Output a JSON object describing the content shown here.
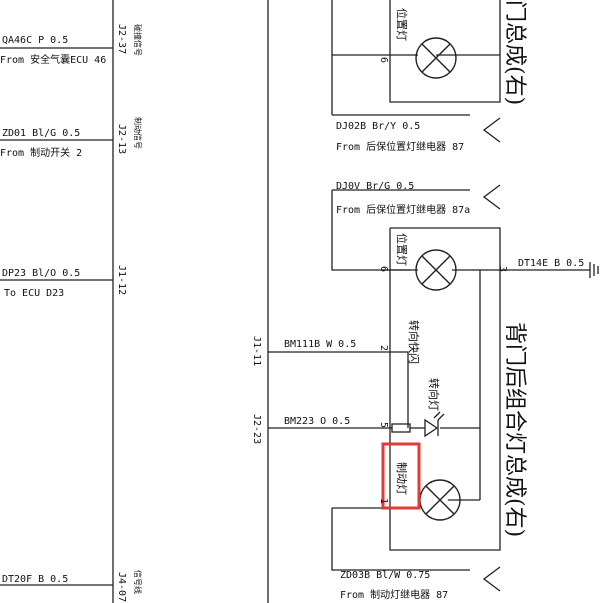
{
  "left_signals": [
    {
      "wire": "QA46C P 0.5",
      "source": "From 安全气囊ECU 46",
      "pin": "J2-37",
      "note": "碰撞信号"
    },
    {
      "wire": "ZD01 Bl/G 0.5",
      "source": "From 制动开关 2",
      "pin": "J2-13",
      "note": "制动信号"
    },
    {
      "wire": "DP23 Bl/O 0.5",
      "source": "To ECU D23",
      "pin": "J1-12",
      "note": ""
    },
    {
      "wire": "DT20F B 0.5",
      "source": "",
      "pin": "J4-07",
      "note": "信号线"
    }
  ],
  "connectors": {
    "j1_11": "J1-11",
    "j2_23": "J2-23"
  },
  "top_lamp": {
    "label": "位置灯",
    "pin": "6",
    "wire": "DJ02B Br/Y 0.5",
    "source": "From 后保位置灯继电器 87",
    "assembly_title": "门总成(右)"
  },
  "bottom_assembly": {
    "title": "背门后组合灯总成(右)",
    "position_lamp": {
      "label": "位置灯",
      "pin": "6",
      "wire": "DJ0V Br/G 0.5",
      "source": "From 后保位置灯继电器 87a"
    },
    "ground": {
      "pin": "3",
      "wire": "DT14E B 0.5"
    },
    "turn_flash": {
      "label": "转向快闪",
      "pin": "2",
      "wire": "BM111B W 0.5"
    },
    "turn_lamp": {
      "label": "转向灯",
      "pin": "5",
      "wire": "BM223 O 0.5"
    },
    "brake_lamp": {
      "label": "制动灯",
      "pin": "1",
      "wire": "ZD03B Bl/W 0.75",
      "source": "From 制动灯继电器 87"
    }
  },
  "colors": {
    "line": "#222222",
    "highlight": "#e53935"
  }
}
